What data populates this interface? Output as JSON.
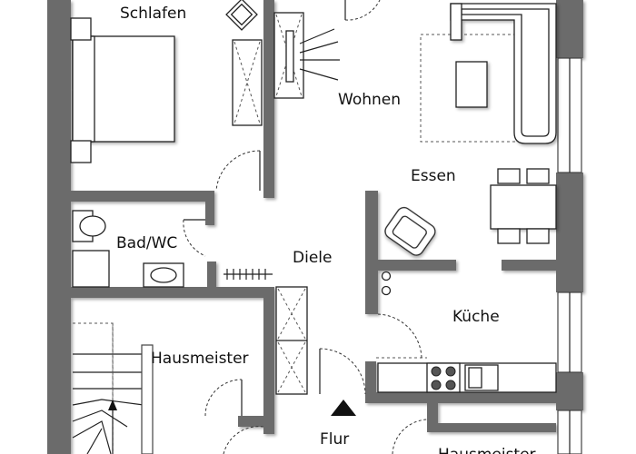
{
  "rooms": {
    "schlafen": "Schlafen",
    "wohnen": "Wohnen",
    "essen": "Essen",
    "bad_wc": "Bad/WC",
    "diele": "Diele",
    "kueche": "Küche",
    "hausmeister": "Hausmeister",
    "flur": "Flur",
    "hausmeister_2": "Hausmeister"
  },
  "colors": {
    "wall": "#6b6b6b",
    "line": "#222222",
    "background": "#ffffff"
  }
}
